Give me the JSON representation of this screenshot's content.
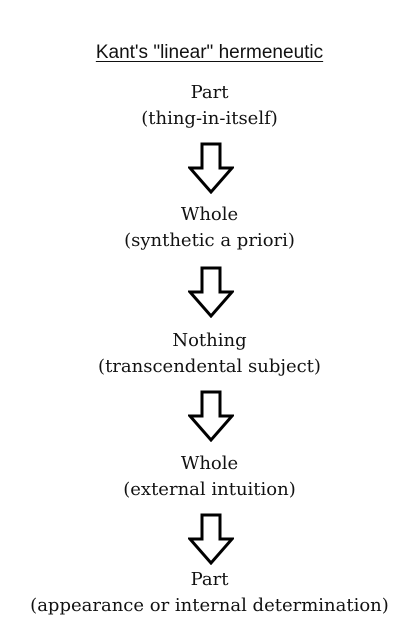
{
  "title": "Kant's \"linear\" hermeneutic",
  "nodes": [
    {
      "label": "Part",
      "sublabel": "(thing-in-itself)"
    },
    {
      "label": "Whole",
      "sublabel": "(synthetic a priori)"
    },
    {
      "label": "Nothing",
      "sublabel": "(transcendental subject)"
    },
    {
      "label": "Whole",
      "sublabel": "(external intuition)"
    },
    {
      "label": "Part",
      "sublabel": "(appearance or internal determination)"
    }
  ],
  "colors": {
    "background": "#ffffff",
    "text": "#111111",
    "arrow_stroke": "#000000",
    "arrow_fill": "#ffffff"
  },
  "icons": {
    "arrow": "down-arrow-outline-icon"
  }
}
